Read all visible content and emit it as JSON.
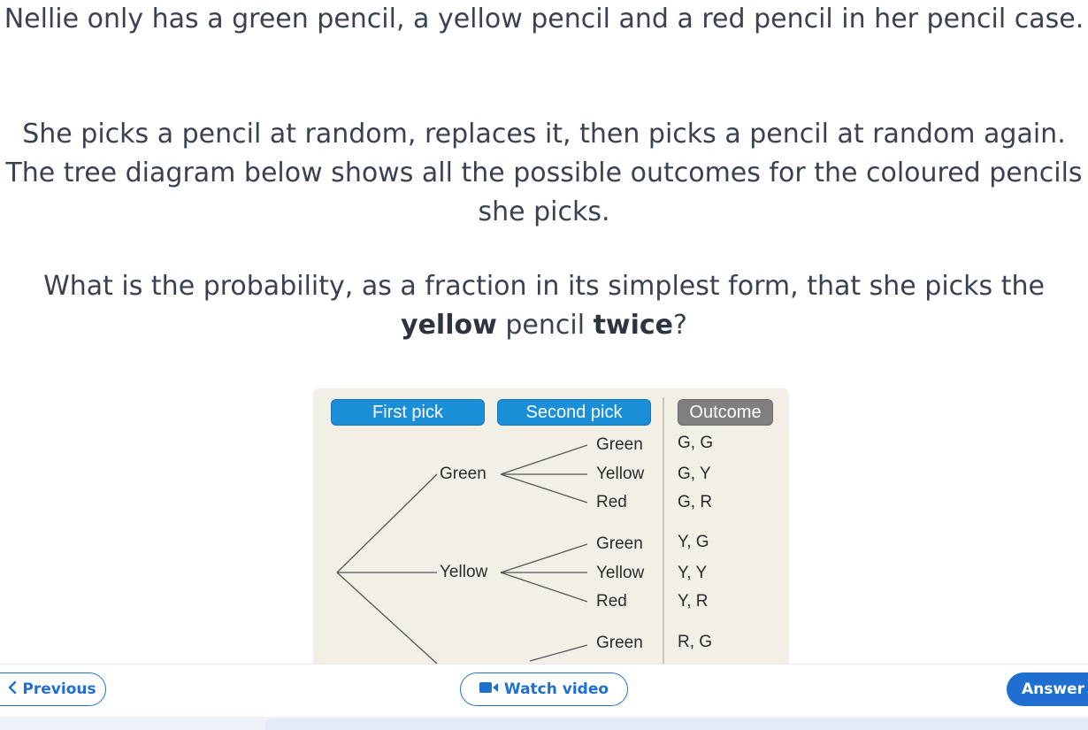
{
  "question": {
    "line1": "Nellie only has a green pencil, a yellow pencil and a red pencil in her pencil case.",
    "line2": "She picks a pencil at random, replaces it, then picks a pencil at random again. The tree diagram below shows all the possible outcomes for the coloured pencils she picks.",
    "line3_pre": "What is the probability, as a fraction in its simplest form, that she picks the ",
    "line3_bold1": "yellow",
    "line3_mid": " pencil ",
    "line3_bold2": "twice",
    "line3_post": "?"
  },
  "diagram": {
    "headers": {
      "first": "First pick",
      "second": "Second pick",
      "outcome": "Outcome"
    },
    "first_labels": [
      "Green",
      "Yellow"
    ],
    "second_labels": [
      "Green",
      "Yellow",
      "Red",
      "Green",
      "Yellow",
      "Red",
      "Green"
    ],
    "outcomes": [
      "G, G",
      "G, Y",
      "G, R",
      "Y, G",
      "Y, Y",
      "Y, R",
      "R, G"
    ]
  },
  "nav": {
    "previous": "Previous",
    "watch_video": "Watch video",
    "answer": "Answer"
  },
  "colors": {
    "accent": "#1f6fd0",
    "header_blue": "#1a8fd8",
    "header_grey": "#7f7f7f",
    "diagram_bg": "#f1efe6"
  }
}
